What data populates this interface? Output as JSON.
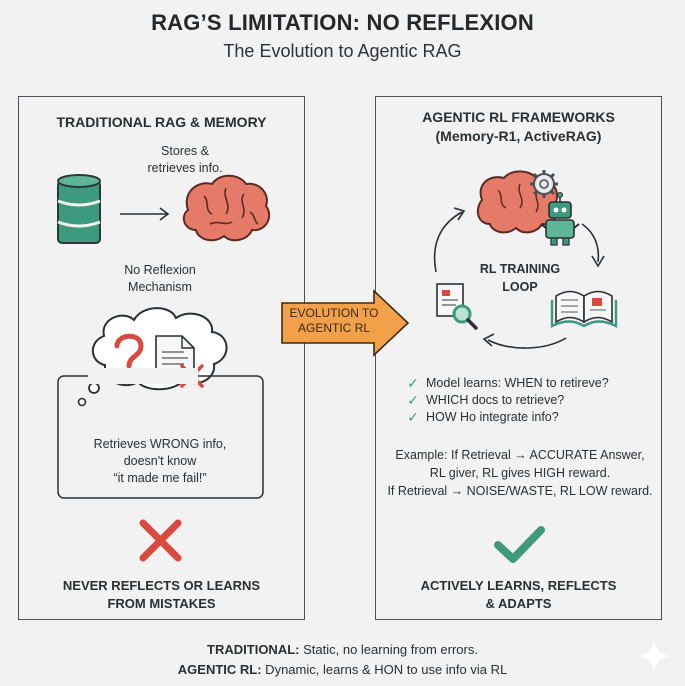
{
  "header": {
    "title": "RAG’S LIMITATION: NO REFLEXION",
    "subtitle": "The Evolution to Agentic RAG"
  },
  "left_panel": {
    "heading": "TRADITIONAL RAG & MEMORY",
    "stores_line1": "Stores &",
    "stores_line2": "retrieves info.",
    "no_reflexion_line1": "No Reflexion",
    "no_reflexion_line2": "Mechanism",
    "retrieves_line1": "Retrieves WRONG info,",
    "retrieves_line2": "doesn't know",
    "retrieves_line3": "“it made me fail!”",
    "never_line1": "NEVER REFLECTS OR LEARNS",
    "never_line2": "FROM MISTAKES"
  },
  "middle_arrow": {
    "line1": "EVOLUTION TO",
    "line2": "AGENTIC RL"
  },
  "right_panel": {
    "heading_line1": "AGENTIC RL FRAMEWORKS",
    "heading_line2": "(Memory-R1, ActiveRAG)",
    "loop_line1": "RL TRAINING",
    "loop_line2": "LOOP",
    "checks": [
      "Model learns: WHEN to retireve?",
      "WHICH docs to retrieve?",
      "HOW Ho integrate info?"
    ],
    "example_line1": "Example: If Retrieval → ACCURATE Answer,",
    "example_line2": "RL giver,  RL gives HIGH reward.",
    "example_line3": "If Retrieval → NOISE/WASTE, RL LOW reward.",
    "active_line1": "ACTIVELY LEARNS, REFLECTS",
    "active_line2": "& ADAPTS"
  },
  "footer": {
    "traditional_label": "TRADITIONAL:",
    "traditional_text": " Static, no learning from errors.",
    "agentic_label": "AGENTIC RL:",
    "agentic_text": " Dynamic, learns & HON to use info via RL"
  },
  "colors": {
    "background": "#f1f2f1",
    "teal": "#3d9a7e",
    "brain": "#e57a68",
    "red_x": "#d9493f",
    "orange_arrow": "#f2a04a",
    "check_green": "#3a9c7c"
  },
  "icons": [
    "database-icon",
    "brain-icon",
    "question-mark-icon",
    "document-icon",
    "thought-cloud-icon",
    "x-mark-icon",
    "gear-icon",
    "robot-icon",
    "book-icon",
    "magnifier-document-icon",
    "check-mark-icon",
    "sparkle-icon"
  ]
}
